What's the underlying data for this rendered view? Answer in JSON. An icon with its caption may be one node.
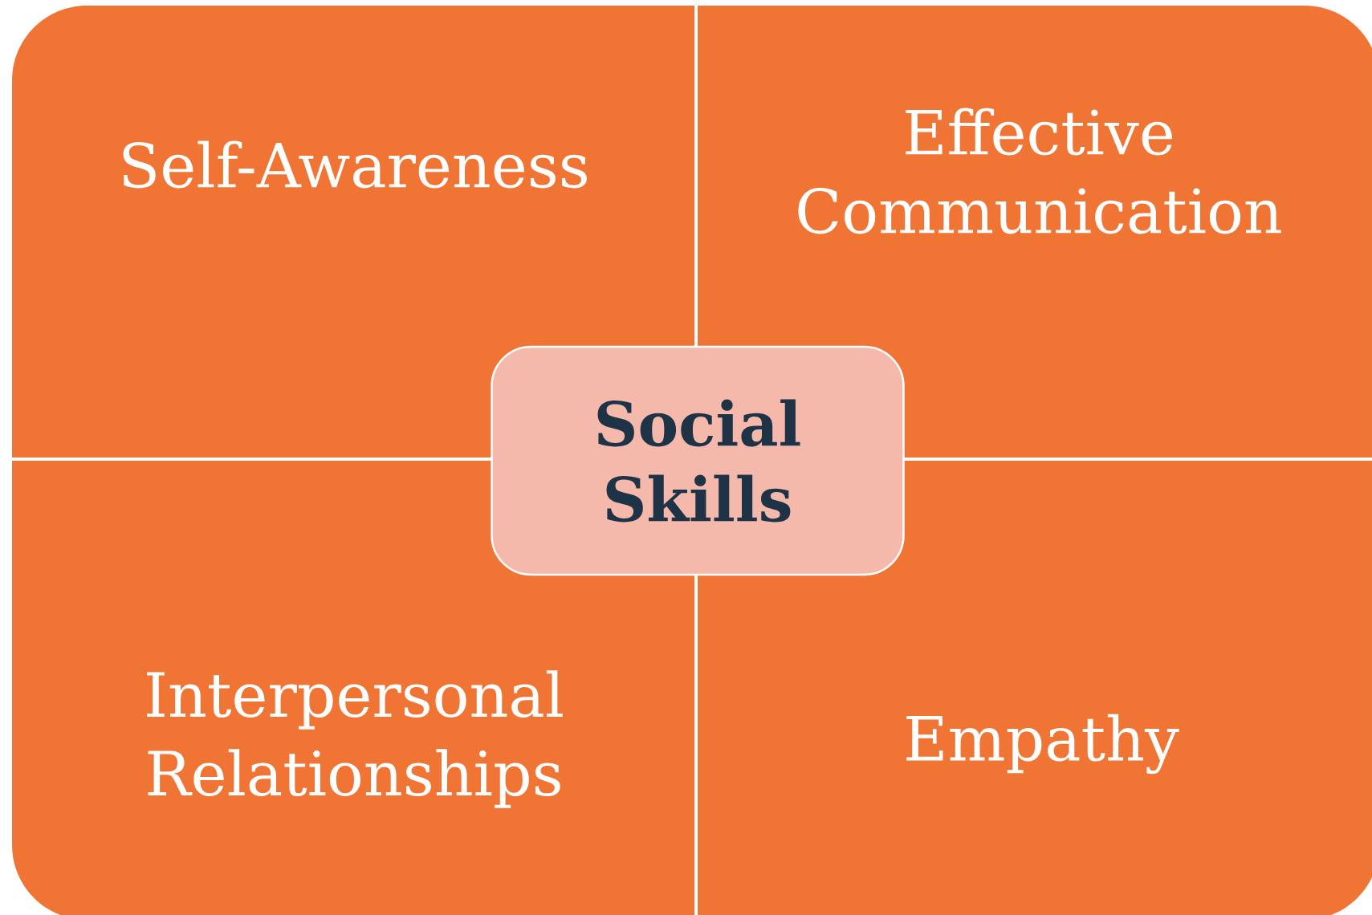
{
  "diagram": {
    "nodes": [
      {
        "text": [
          "Self-Awareness"
        ]
      },
      {
        "text": [
          "Effective Communication"
        ]
      },
      {
        "text": [
          "Social Skills"
        ]
      },
      {
        "text": [
          "Interpersonal Relationships"
        ]
      },
      {
        "text": [
          "Empathy"
        ]
      }
    ]
  }
}
